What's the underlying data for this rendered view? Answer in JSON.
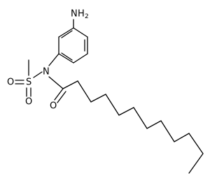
{
  "atoms": {
    "amine_n": "N",
    "amine_h": "H",
    "amine_h_count": "2",
    "sulfonamide_n": "N",
    "sulfur": "S",
    "sulfonyl_o_left": "O",
    "sulfonyl_o_bottom": "O",
    "carbonyl_o": "O"
  },
  "colors": {
    "bond": "#000000",
    "text": "#000000",
    "background": "#ffffff"
  }
}
